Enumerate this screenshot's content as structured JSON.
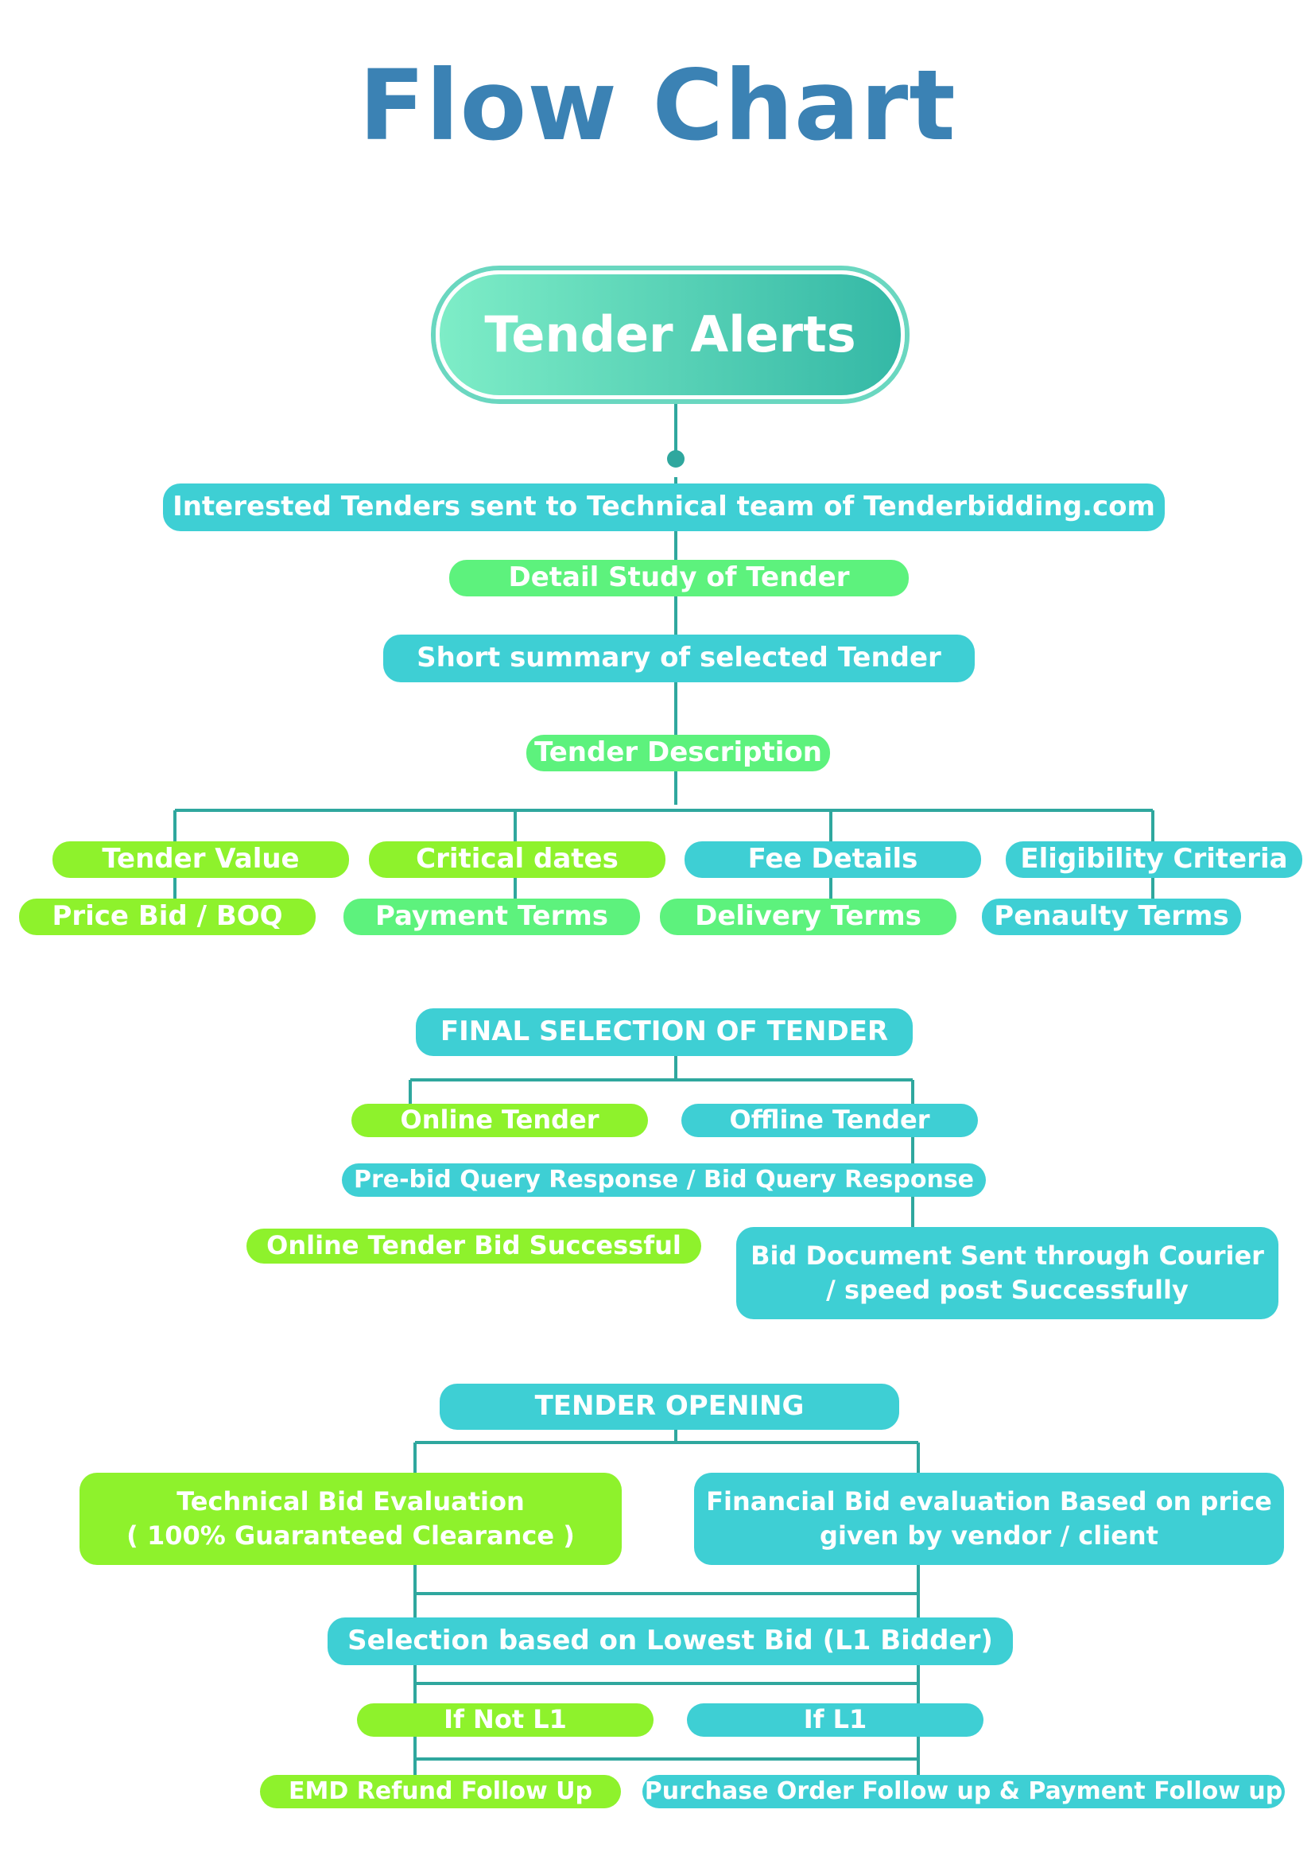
{
  "title": "Flow Chart",
  "colors": {
    "title": "#3b82b4",
    "teal": "#3ecfd4",
    "green": "#8ef22c",
    "mint": "#5df27d",
    "line": "#2fa79e"
  },
  "nodes": {
    "start": "Tender Alerts",
    "interested": "Interested Tenders sent to Technical team of Tenderbidding.com",
    "study": "Detail Study of Tender",
    "summary": "Short summary of selected Tender",
    "description": "Tender Description",
    "tender_value": "Tender Value",
    "critical_dates": "Critical dates",
    "fee_details": "Fee Details",
    "eligibility": "Eligibility Criteria",
    "price_bid": "Price Bid / BOQ",
    "payment_terms": "Payment Terms",
    "delivery_terms": "Delivery Terms",
    "penalty_terms": "Penaulty Terms",
    "final_selection": "FINAL SELECTION  OF TENDER",
    "online": "Online Tender",
    "offline": "Offline Tender",
    "prebid": "Pre-bid Query Response / Bid Query Response",
    "online_success": "Online Tender Bid Successful",
    "courier_line1": "Bid Document Sent through Courier",
    "courier_line2": "/ speed post Successfully",
    "opening": "TENDER OPENING",
    "technical_line1": "Technical Bid Evaluation",
    "technical_line2": "( 100% Guaranteed Clearance )",
    "financial_line1": "Financial Bid evaluation Based on price",
    "financial_line2": "given by vendor / client",
    "lowest": "Selection based on Lowest Bid (L1 Bidder)",
    "not_l1": "If Not L1",
    "l1": "If L1",
    "emd": "EMD Refund Follow Up",
    "purchase": "Purchase Order Follow up & Payment Follow up"
  }
}
